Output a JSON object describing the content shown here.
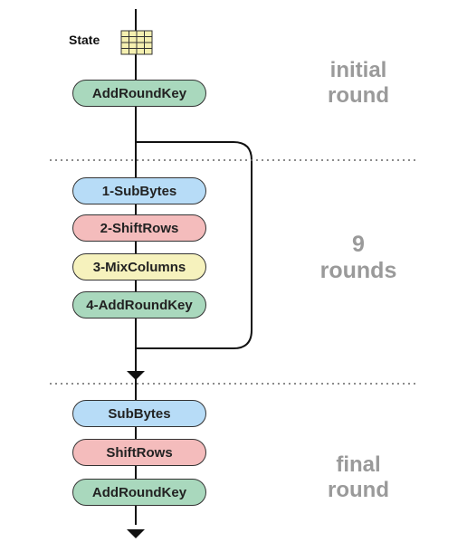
{
  "state": {
    "label": "State"
  },
  "initial": {
    "step": "AddRoundKey",
    "label_line1": "initial",
    "label_line2": "round"
  },
  "middle": {
    "steps": [
      "1-SubBytes",
      "2-ShiftRows",
      "3-MixColumns",
      "4-AddRoundKey"
    ],
    "label_line1": "9",
    "label_line2": "rounds"
  },
  "final": {
    "steps": [
      "SubBytes",
      "ShiftRows",
      "AddRoundKey"
    ],
    "label_line1": "final",
    "label_line2": "round"
  },
  "colors": {
    "add_round_key": "#a9d8bd",
    "sub_bytes": "#b7dcf7",
    "shift_rows": "#f4bcbc",
    "mix_columns": "#f6f2bd",
    "side_label": "#9a9a9a",
    "state_grid": "#f5f0b0"
  }
}
